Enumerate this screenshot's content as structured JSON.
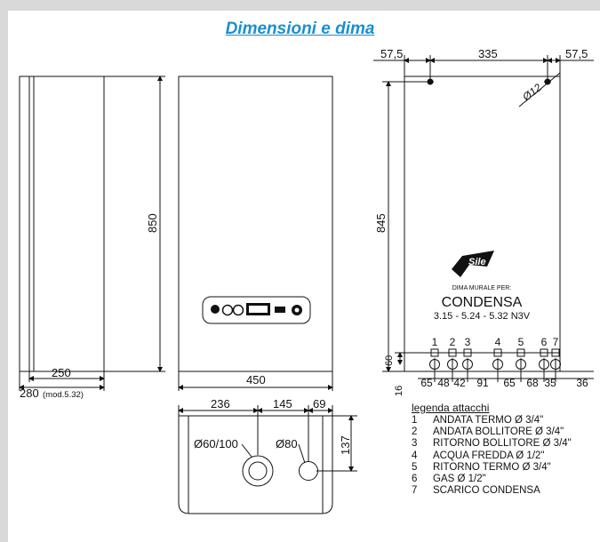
{
  "title": "Dimensioni e dima",
  "side_view": {
    "height": "850",
    "depth": "250",
    "depth_alt": "280",
    "depth_alt_note": "(mod.5.32)"
  },
  "front_view": {
    "width": "450"
  },
  "bottom_view": {
    "dims": [
      "236",
      "145",
      "69",
      "137"
    ],
    "hole_left": "Ø60/100",
    "hole_right": "Ø80"
  },
  "template": {
    "top_dims": [
      "57,5",
      "335",
      "57,5"
    ],
    "hole_dia": "Ø12",
    "height": "845",
    "brand": "Sile",
    "caption": "DIMA MURALE PER:",
    "model": "CONDENSA",
    "variants": "3.15 - 5.24 - 5.32 N3V",
    "connection_numbers": [
      "1",
      "2",
      "3",
      "4",
      "5",
      "6",
      "7"
    ],
    "spacing_dims": [
      "65",
      "48",
      "42",
      "91",
      "65",
      "68",
      "35",
      "36"
    ],
    "vertical_dims": [
      "60",
      "16"
    ]
  },
  "legend": {
    "title": "legenda attacchi",
    "items": [
      {
        "n": "1",
        "label": "ANDATA TERMO Ø 3/4\""
      },
      {
        "n": "2",
        "label": "ANDATA BOLLITORE Ø 3/4\""
      },
      {
        "n": "3",
        "label": "RITORNO BOLLITORE Ø 3/4\""
      },
      {
        "n": "4",
        "label": "ACQUA FREDDA Ø 1/2\""
      },
      {
        "n": "5",
        "label": "RITORNO TERMO Ø 3/4\""
      },
      {
        "n": "6",
        "label": "GAS Ø 1/2\""
      },
      {
        "n": "7",
        "label": "SCARICO CONDENSA"
      }
    ]
  }
}
